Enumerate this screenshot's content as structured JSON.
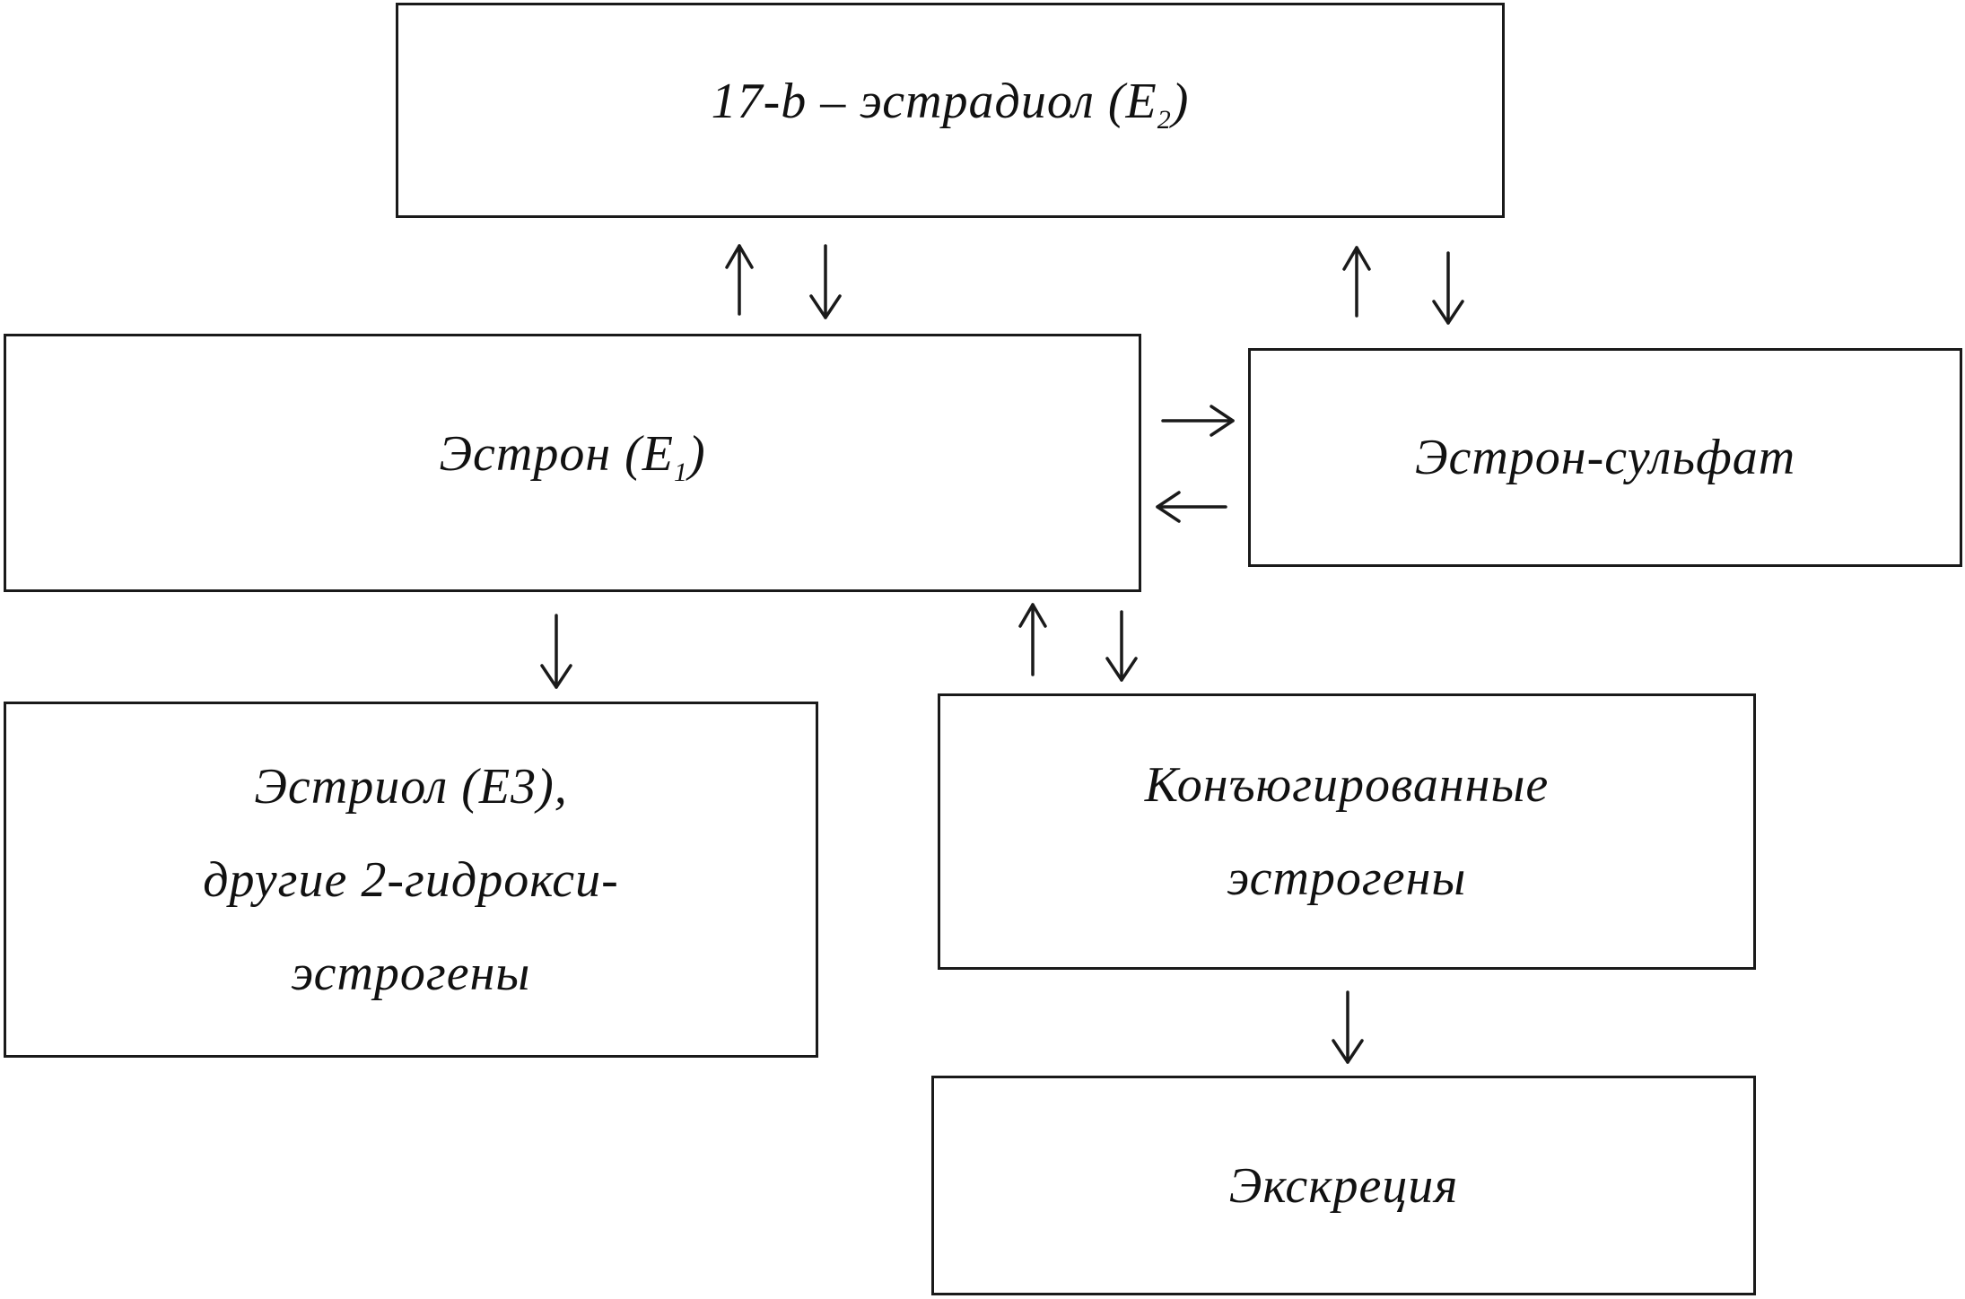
{
  "diagram": {
    "title": "Estrogen metabolism scheme",
    "nodes": [
      {
        "id": "estradiol",
        "lines": [
          "17-b – эстрадиол (E"
        ],
        "sub": "2",
        "suffix": ")"
      },
      {
        "id": "estrone",
        "lines": [
          "Эстрон (E"
        ],
        "sub": "1",
        "suffix": ")"
      },
      {
        "id": "estrone-sulfate",
        "lines": [
          "Эстрон-сульфат"
        ]
      },
      {
        "id": "estriol",
        "lines": [
          "Эстриол (Е3),",
          "другие 2-гидрокси-",
          "эстрогены"
        ]
      },
      {
        "id": "conjugated",
        "lines": [
          "Конъюгированные",
          "эстрогены"
        ]
      },
      {
        "id": "excretion",
        "lines": [
          "Экскреция"
        ]
      }
    ],
    "edges": [
      {
        "from": "estrone",
        "to": "estradiol"
      },
      {
        "from": "estradiol",
        "to": "estrone"
      },
      {
        "from": "estrone-sulfate",
        "to": "estradiol"
      },
      {
        "from": "estradiol",
        "to": "estrone-sulfate"
      },
      {
        "from": "estrone",
        "to": "estrone-sulfate"
      },
      {
        "from": "estrone-sulfate",
        "to": "estrone"
      },
      {
        "from": "estrone",
        "to": "estriol"
      },
      {
        "from": "conjugated",
        "to": "estrone"
      },
      {
        "from": "estrone",
        "to": "conjugated"
      },
      {
        "from": "conjugated",
        "to": "excretion"
      }
    ],
    "line_color": "#1a1a1a"
  }
}
